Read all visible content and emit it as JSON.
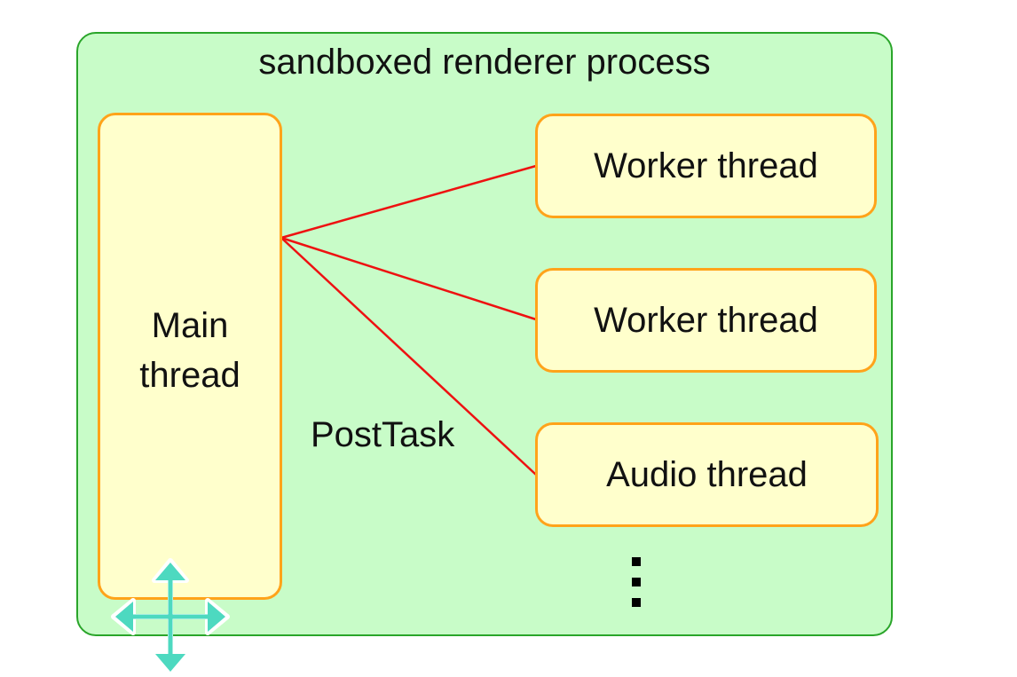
{
  "diagram": {
    "container": {
      "label": "sandboxed renderer process",
      "fill": "#c8fcc8",
      "stroke": "#2aa52a"
    },
    "threads": {
      "main": {
        "label_line1": "Main",
        "label_line2": "thread"
      },
      "worker1": {
        "label": "Worker thread"
      },
      "worker2": {
        "label": "Worker thread"
      },
      "audio": {
        "label": "Audio thread"
      }
    },
    "thread_style": {
      "fill": "#ffffcc",
      "stroke": "#ffa31a"
    },
    "edges": [
      {
        "from": "main",
        "to": "worker1"
      },
      {
        "from": "main",
        "to": "worker2"
      },
      {
        "from": "main",
        "to": "audio"
      }
    ],
    "edge_color": "#ee1111",
    "edge_label": "PostTask",
    "more_indicator": "⋮",
    "cursor": {
      "icon": "move-cursor-icon",
      "color": "#4dd9c0"
    }
  }
}
